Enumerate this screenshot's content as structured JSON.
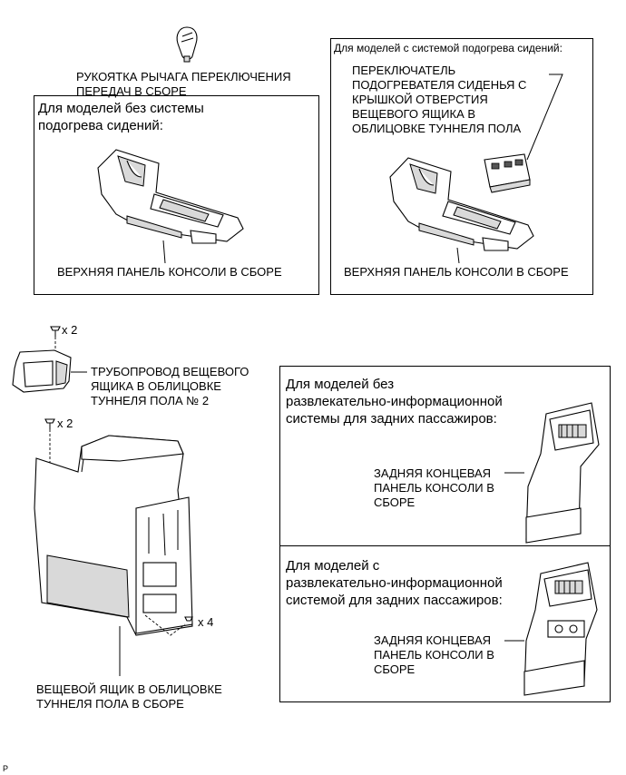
{
  "shift_knob": {
    "label": "РУКОЯТКА РЫЧАГА ПЕРЕКЛЮЧЕНИЯ\nПЕРЕДАЧ В СБОРЕ"
  },
  "panel_no_heater": {
    "title": "Для моделей без системы\nподогрева сидений:",
    "part_label": "ВЕРХНЯЯ ПАНЕЛЬ КОНСОЛИ В СБОРЕ"
  },
  "panel_with_heater": {
    "title": "Для моделей с системой подогрева сидений:",
    "switch_label": "ПЕРЕКЛЮЧАТЕЛЬ\nПОДОГРЕВАТЕЛЯ СИДЕНЬЯ С\nКРЫШКОЙ ОТВЕРСТИЯ\nВЕЩЕВОГО ЯЩИКА В\nОБЛИЦОВКЕ ТУННЕЛЯ ПОЛА",
    "part_label": "ВЕРХНЯЯ ПАНЕЛЬ КОНСОЛИ В СБОРЕ"
  },
  "duct": {
    "qty": "x 2",
    "label": "ТРУБОПРОВОД ВЕЩЕВОГО\nЯЩИКА В ОБЛИЦОВКЕ\nТУННЕЛЯ ПОЛА № 2"
  },
  "console_box": {
    "qty_top": "x 2",
    "qty_bottom": "x 4",
    "label": "ВЕЩЕВОЙ ЯЩИК В ОБЛИЦОВКЕ\nТУННЕЛЯ ПОЛА В СБОРЕ"
  },
  "rear_no_ent": {
    "title": "Для моделей без\nразвлекательно-информационной\nсистемы для задних пассажиров:",
    "part_label": "ЗАДНЯЯ КОНЦЕВАЯ\nПАНЕЛЬ КОНСОЛИ В\nСБОРЕ"
  },
  "rear_with_ent": {
    "title": "Для моделей с\nразвлекательно-информационной\nсистемой для задних пассажиров:",
    "part_label": "ЗАДНЯЯ КОНЦЕВАЯ\nПАНЕЛЬ КОНСОЛИ В\nСБОРЕ"
  },
  "figure_code": "P"
}
